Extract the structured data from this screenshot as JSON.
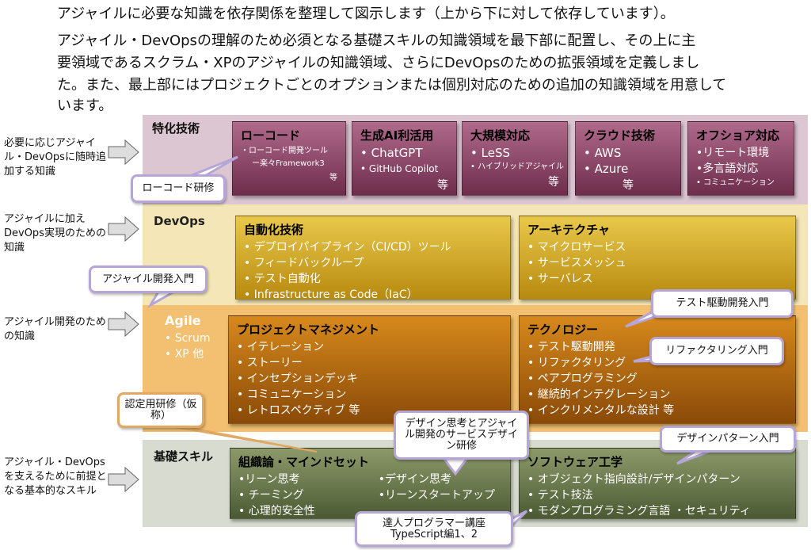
{
  "intro": [
    "アジャイルに必要な知識を依存関係を整理して図示します（上から下に対して依存しています）。",
    "アジャイル・DevOpsの理解のため必須となる基礎スキルの知識領域を最下部に配置し、その上に主",
    "要領域であるスクラム・XPのアジャイルの知識領域、さらにDevOpsのための拡張領域を定義しまし",
    "た。また、最上部にはプロジェクトごとのオプションまたは個別対応のための追加の知識領域を用意して",
    "います。"
  ],
  "left_labels": [
    "必要に応じアジャイル・DevOpsに随時追加する知識",
    "アジャイルに加えDevOps実現のための知識",
    "アジャイル開発のための知識",
    "アジャイル・DevOpsを支えるために前提となる基本的なスキル"
  ],
  "tiers": {
    "special": {
      "title": "特化技術",
      "boxes": [
        {
          "title": "ローコード",
          "items": [
            "・ローコード開発ツール",
            "ー楽々Framework3"
          ],
          "etc": "等"
        },
        {
          "title": "生成AI利活用",
          "items": [
            "• ChatGPT",
            "• GitHub Copilot"
          ],
          "etc": "等"
        },
        {
          "title": "大規模対応",
          "items": [
            "• LeSS",
            "• ハイブリッドアジャイル"
          ],
          "etc": "等"
        },
        {
          "title": "クラウド技術",
          "items": [
            "• AWS",
            "• Azure"
          ],
          "etc": "等"
        },
        {
          "title": "オフショア対応",
          "items": [
            "•リモート環境",
            "•多言語対応",
            "• コミュニケーション"
          ]
        }
      ]
    },
    "devops": {
      "title": "DevOps",
      "boxes": [
        {
          "title": "自動化技術",
          "items": [
            "• デプロイパイプライン（CI/CD）ツール",
            "• フィードバックループ",
            "• テスト自動化",
            "• Infrastructure as Code（IaC）"
          ]
        },
        {
          "title": "アーキテクチャ",
          "items": [
            "• マイクロサービス",
            "• サービスメッシュ",
            "• サーバレス"
          ]
        }
      ]
    },
    "agile": {
      "title": "Agile",
      "sub": [
        "• Scrum",
        "• XP 他"
      ],
      "boxes": [
        {
          "title": "プロジェクトマネジメント",
          "items": [
            "• イテレーション",
            "• ストーリー",
            "• インセプションデッキ",
            "• コミュニケーション",
            "• レトロスペクティブ 等"
          ]
        },
        {
          "title": "テクノロジー",
          "items": [
            "• テスト駆動開発",
            "• リファクタリング",
            "• ペアプログラミング",
            "• 継続的インテグレーション",
            "• インクリメンタルな設計 等"
          ]
        }
      ]
    },
    "basic": {
      "title": "基礎スキル",
      "boxes": [
        {
          "title": "組織論・マインドセット",
          "items": [
            "•リーン思考",
            "• チーミング",
            "• 心理的安全性"
          ],
          "items2": [
            "•デザイン思考",
            "•リーンスタートアップ"
          ]
        },
        {
          "title": "ソフトウェア工学",
          "items": [
            "• オブジェクト指向設計/デザインパターン",
            "• テスト技法",
            "• モダンプログラミング言語 ・セキュリティ"
          ]
        }
      ]
    }
  },
  "callouts": [
    "ローコード研修",
    "アジャイル開発入門",
    "テスト駆動開発入門",
    "リファクタリング入門",
    "認定用研修（仮称）",
    "デザイン思考とアジャイル開発のサービスデザイン研修",
    "デザインパターン入門",
    "達人プログラマー講座 TypeScript編1、2"
  ]
}
